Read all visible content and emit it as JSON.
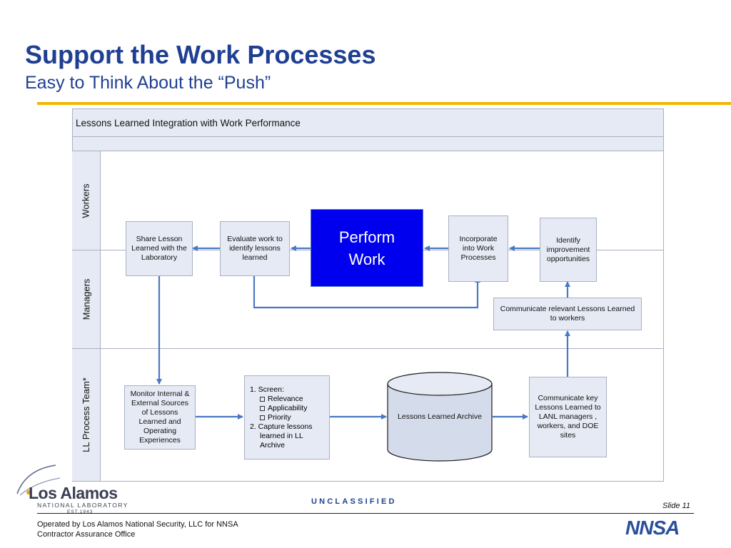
{
  "slide": {
    "title": "Support the Work Processes",
    "subtitle": "Easy to Think About the “Push”",
    "classification": "UNCLASSIFIED",
    "slide_number": "Slide 11"
  },
  "diagram": {
    "header": "Lessons Learned Integration with Work Performance",
    "lanes": [
      "Workers",
      "Managers",
      "LL Process Team*"
    ],
    "nodes": {
      "share": "Share Lesson\nLearned with the\nLaboratory",
      "evaluate": "Evaluate work to\nidentify lessons\nlearned",
      "perform": "Perform\nWork",
      "incorporate": "Incorporate\ninto Work\nProcesses",
      "identify": "Identify\nimprovement\nopportunities",
      "communicate_relevant": "Communicate relevant Lessons Learned\nto workers",
      "monitor": "Monitor Internal  &\nExternal Sources\nof Lessons\nLearned and\nOperating\nExperiences",
      "screen": {
        "item1": "1.  Screen:",
        "subitems": [
          "Relevance",
          "Applicability",
          "Priority"
        ],
        "item2_line1": "2.  Capture lessons",
        "item2_line2": "learned in LL",
        "item2_line3": "Archive"
      },
      "archive": "Lessons Learned Archive",
      "communicate_key": "Communicate key\nLessons Learned to\nLANL managers ,\nworkers, and DOE\nsites"
    }
  },
  "footer": {
    "logo_main": "Los Alamos",
    "logo_sub": "NATIONAL LABORATORY",
    "logo_est": "EST.1943",
    "operated_by": "Operated by Los Alamos National Security, LLC for NNSA",
    "office": "Contractor Assurance Office",
    "nnsa_logo": "NNSA"
  },
  "colors": {
    "title_blue": "#1F3F92",
    "accent_gold": "#F2B600",
    "box_fill": "#E6EAF4",
    "perform_fill": "#0000EE",
    "arrow": "#4A78C2"
  }
}
